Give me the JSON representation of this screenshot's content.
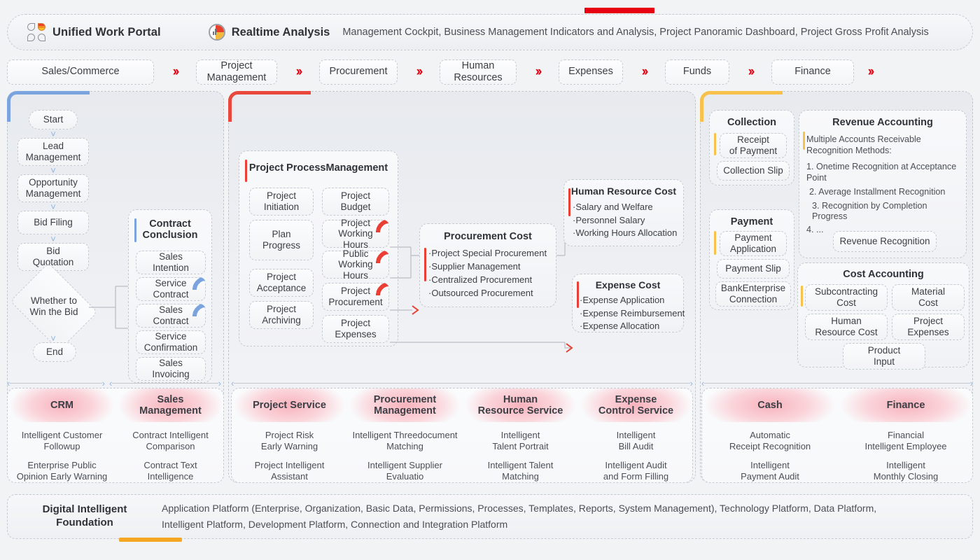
{
  "header": {
    "brand_icon": "clover-icon",
    "brand_title": "Unified Work Portal",
    "analysis_icon": "realtime-analysis-icon",
    "analysis_title": "Realtime Analysis",
    "analysis_subtitle": "Management Cockpit, Business Management Indicators and Analysis, Project Panoramic Dashboard, Project Gross Profit Analysis"
  },
  "pipeline": {
    "separator": "››",
    "steps": [
      {
        "label": "Sales/Commerce"
      },
      {
        "label": "Project\nManagement"
      },
      {
        "label": "Procurement"
      },
      {
        "label": "Human\nResources"
      },
      {
        "label": "Expenses"
      },
      {
        "label": "Funds"
      },
      {
        "label": "Finance"
      }
    ]
  },
  "panels": {
    "left": {
      "accent_color": "#7ba4de",
      "flow": [
        {
          "label": "Start",
          "shape": "ellipse"
        },
        {
          "label": "Lead\nManagement",
          "shape": "box"
        },
        {
          "label": "Opportunity\nManagement",
          "shape": "box"
        },
        {
          "label": "Bid Filing",
          "shape": "box"
        },
        {
          "label": "Bid\nQuotation",
          "shape": "box"
        },
        {
          "label": "Whether to\nWin the Bid",
          "shape": "diamond"
        },
        {
          "label": "End",
          "shape": "ellipse"
        }
      ],
      "group": {
        "title": "Contract\nConclusion",
        "accent_color": "#7ba4de",
        "items": [
          {
            "label": "Sales\nIntention",
            "corner": false
          },
          {
            "label": "Service\nContract",
            "corner": true
          },
          {
            "label": "Sales\nContract",
            "corner": true
          },
          {
            "label": "Service\nConfirmation",
            "corner": false
          },
          {
            "label": "Sales\nInvoicing",
            "corner": false
          }
        ]
      }
    },
    "middle": {
      "accent_color": "#e8493c",
      "process_group": {
        "title": "Project ProcessManagement",
        "accent_color": "#ea3f34",
        "left_column": [
          {
            "label": "Project\nInitiation",
            "corner": false
          },
          {
            "label": "Plan Progress",
            "corner": false
          },
          {
            "label": "Project\nAcceptance",
            "corner": false
          },
          {
            "label": "Project\nArchiving",
            "corner": false
          }
        ],
        "right_column": [
          {
            "label": "Project\nBudget",
            "corner": false
          },
          {
            "label": "Project\nWorking Hours",
            "corner": true
          },
          {
            "label": "Public\nWorking Hours",
            "corner": true
          },
          {
            "label": "Project\nProcurement",
            "corner": true
          },
          {
            "label": "Project\nExpenses",
            "corner": false
          }
        ]
      },
      "cost_cards": [
        {
          "title": "Procurement Cost",
          "accent_color": "#ea3f34",
          "items": [
            "·Project Special Procurement",
            "·Supplier Management",
            "·Centralized Procurement",
            "·Outsourced Procurement"
          ]
        },
        {
          "title": "Human Resource Cost",
          "accent_color": "#ea3f34",
          "items": [
            "·Salary and Welfare",
            "·Personnel Salary",
            "·Working Hours Allocation"
          ]
        },
        {
          "title": "Expense Cost",
          "accent_color": "#ea3f34",
          "items": [
            "·Expense Application",
            "·Expense Reimbursement",
            "·Expense Allocation"
          ]
        }
      ]
    },
    "right": {
      "accent_color": "#f7c14b",
      "collection": {
        "title": "Collection",
        "accent_color": "#f7c14b",
        "items": [
          "Receipt\nof Payment",
          "Collection Slip"
        ]
      },
      "payment": {
        "title": "Payment",
        "accent_color": "#f7c14b",
        "items": [
          "Payment\nApplication",
          "Payment Slip",
          "BankEnterprise\nConnection"
        ]
      },
      "revenue": {
        "title": "Revenue Accounting",
        "accent_color": "#f7c14b",
        "intro": "Multiple Accounts Receivable\nRecognition Methods:",
        "methods": [
          "1. Onetime Recognition at Acceptance\n    Point",
          "2. Average Installment Recognition",
          "3. Recognition by Completion Progress",
          "4. ..."
        ],
        "node": "Revenue Recognition"
      },
      "cost_accounting": {
        "title": "Cost Accounting",
        "accent_color": "#f7c14b",
        "items": [
          "Subcontracting\nCost",
          "Material\nCost",
          "Human\nResource Cost",
          "Project\nExpenses",
          "Product\nInput"
        ]
      }
    }
  },
  "services": {
    "left": [
      {
        "title": "CRM",
        "items": [
          "Intelligent Customer\nFollowup",
          "Enterprise Public\nOpinion Early Warning"
        ]
      },
      {
        "title": "Sales\nManagement",
        "items": [
          "Contract Intelligent\nComparison",
          "Contract Text\nIntelligence"
        ]
      }
    ],
    "middle": [
      {
        "title": "Project Service",
        "items": [
          "Project Risk\nEarly Warning",
          "Project Intelligent\nAssistant"
        ]
      },
      {
        "title": "Procurement\nManagement",
        "items": [
          "Intelligent Threedocument\nMatching",
          "Intelligent Supplier\nEvaluatio"
        ]
      },
      {
        "title": "Human\nResource Service",
        "items": [
          "Intelligent\nTalent Portrait",
          "Intelligent Talent\nMatching"
        ]
      },
      {
        "title": "Expense\nControl Service",
        "items": [
          "Intelligent\nBill Audit",
          "Intelligent Audit\nand Form Filling"
        ]
      }
    ],
    "right": [
      {
        "title": "Cash",
        "items": [
          "Automatic\nReceipt Recognition",
          "Intelligent\nPayment Audit"
        ]
      },
      {
        "title": "Finance",
        "items": [
          "Financial\nIntelligent Employee",
          "Intelligent\nMonthly Closing"
        ]
      }
    ]
  },
  "footer": {
    "title": "Digital Intelligent\nFoundation",
    "line1": "Application Platform (Enterprise, Organization, Basic Data, Permissions, Processes, Templates, Reports, System Management), Technology Platform, Data Platform,",
    "line2": "Intelligent Platform, Development Platform, Connection and Integration Platform"
  },
  "colors": {
    "accent_red": "#e60012",
    "accent_blue": "#7ba4de",
    "accent_yellow": "#f7c14b",
    "page_bg": "#f2f3f5"
  }
}
